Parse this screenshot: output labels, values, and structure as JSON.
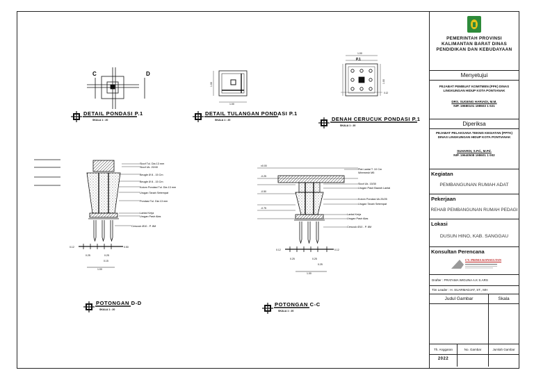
{
  "drawings": {
    "detail_pondasi": {
      "title": "DETAIL PONDASI P.1",
      "scale": "SKALA 1 : 20"
    },
    "detail_tulangan": {
      "title": "DETAIL TULANGAN PONDASI P.1",
      "scale": "SKALA 1 : 20"
    },
    "denah_cerucuk": {
      "title": "DENAH CERUCUK PONDASI P.1",
      "scale": "SKALA 1 : 20"
    },
    "potongan_dd": {
      "title": "POTONGAN D-D",
      "scale": "SKALA 1 : 20"
    },
    "potongan_cc": {
      "title": "POTONGAN C-C",
      "scale": "SKALA 1 : 20"
    },
    "section_marks": {
      "c": "C",
      "d": "D",
      "p1": "P.1"
    },
    "dims": {
      "d100": "1.00",
      "d012": "0.12",
      "d025": "0.25",
      "d050": "0.50",
      "d015": "0.15"
    },
    "levels": {
      "l000": "±0.00",
      "l025": "-0.25",
      "l050": "-0.50",
      "l075": "-0.75"
    },
    "notes_dd": [
      "Sloof Tul. Dia 13 mm",
      "Sloof Uk. 20/40",
      "Beugle Ø 8 - 15 Cm",
      "Beugle Ø 8 - 15 Cm",
      "Kolom Pondasi Tul. Dia 13 mm",
      "Urugan Tanah Setempat",
      "Pondasi Tul. Dia 13 mm",
      "Lantai Kerja",
      "Urugan Pasir Alas",
      "Cerucuk Ø10 - P. 8M"
    ],
    "notes_cc": [
      "Plat Lantai T. 10 Cm",
      "Wiremesh M5",
      "Sloof Uk. 15/30",
      "Urugan Pasir Bawah Lantai",
      "Kolom Pondasi Uk.25/25",
      "Urugan Tanah Setempat",
      "Lantai Kerja",
      "Urugan Pasir Alas",
      "Cerucuk Ø10 - P. 8M"
    ]
  },
  "title_block": {
    "agency": "PEMERINTAH PROVINSI KALIMANTAN BARAT DINAS PENDIDIKAN DAN KEBUDAYAAN",
    "approved_label": "Menyetujui",
    "ppk_title": "PEJABAT PEMBUAT KOMITMEN (PPK) DINAS LINGKUNGAN HIDUP KOTA PONTIANAK",
    "ppk_name": "DRS. SUGENG HARIADI, M.M.",
    "ppk_nip": "NIP. 19680101 198503 1 021",
    "checked_label": "Diperiksa",
    "pptk_title": "PEJABAT PELAKSANA TEKNIS KEGIATAN (PPTK) DINAS LINGKUNGAN HIDUP KOTA PONTIANAK",
    "pptk_name": "SUHARDI, S.Pd., M.Pd.",
    "pptk_nip": "NIP. 19640508 198601 1 002",
    "kegiatan_label": "Kegiatan",
    "kegiatan_value": "PEMBANGUNAN RUMAH ADAT",
    "pekerjaan_label": "Pekerjaan",
    "pekerjaan_value": "REHAB PEMBANGUNAN RUMAH PEDAGI",
    "lokasi_label": "Lokasi",
    "lokasi_value": "DUSUN HINO, KAB. SANGGAU",
    "konsultan_label": "Konsultan Perencana",
    "konsultan_logo": "CV. PRIMA KONSULTAN",
    "drafter": "Drafter     : PRATAMA WIGUNA A.K S.ARS",
    "team_leader": "Tim Leader : H. SUARMADJAT, ST., MH",
    "judul_gambar": "Judul Gambar",
    "skala": "Skala",
    "th_anggaran": "Th. Anggaran",
    "no_gambar": "No. Gambar",
    "jumlah_gambar": "Jumlah Gambar",
    "year": "2022"
  },
  "colors": {
    "logo_green": "#2e8b3a",
    "logo_yellow": "#e3c21a",
    "line": "#111111"
  }
}
